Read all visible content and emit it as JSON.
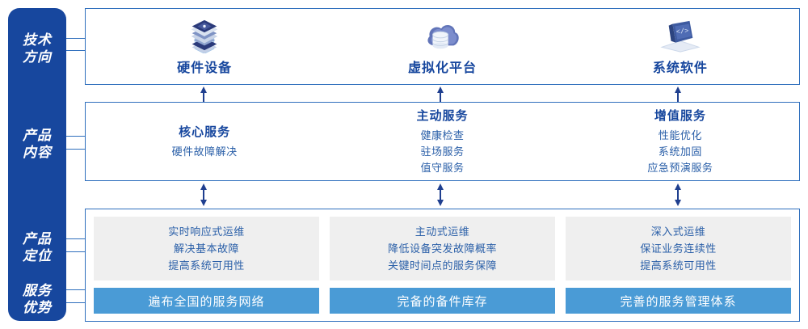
{
  "sidebar": {
    "color": "#17479E",
    "labels": [
      {
        "name": "tech-direction",
        "text": "技术\n方向"
      },
      {
        "name": "product-content",
        "text": "产品\n内容"
      },
      {
        "name": "product-position",
        "text": "产品\n定位"
      },
      {
        "name": "service-edge",
        "text": "服务\n优势"
      }
    ]
  },
  "tech_section": {
    "items": [
      {
        "icon": "server-stack-icon",
        "title": "硬件设备"
      },
      {
        "icon": "cloud-database-icon",
        "title": "虚拟化平台"
      },
      {
        "icon": "laptop-code-icon",
        "title": "系统软件"
      }
    ]
  },
  "content_section": {
    "columns": [
      {
        "title": "核心服务",
        "lines": [
          "硬件故障解决"
        ]
      },
      {
        "title": "主动服务",
        "lines": [
          "健康检查",
          "驻场服务",
          "值守服务"
        ]
      },
      {
        "title": "增值服务",
        "lines": [
          "性能优化",
          "系统加固",
          "应急预演服务"
        ]
      }
    ]
  },
  "bottom_section": {
    "columns": [
      {
        "lines": [
          "实时响应式运维",
          "解决基本故障",
          "提高系统可用性"
        ],
        "advantage": "遍布全国的服务网络"
      },
      {
        "lines": [
          "主动式运维",
          "降低设备突发故障概率",
          "关键时间点的服务保障"
        ],
        "advantage": "完备的备件库存"
      },
      {
        "lines": [
          "深入式运维",
          "保证业务连续性",
          "提高系统可用性"
        ],
        "advantage": "完善的服务管理体系"
      }
    ]
  },
  "arrows": {
    "up_arrow": "up-arrow-icon",
    "double_arrow": "double-arrow-icon",
    "down_arrow": "down-arrow-icon"
  },
  "colors": {
    "brand_blue": "#17479E",
    "border_blue": "#2f6fbd",
    "bar_blue": "#4A9BD6",
    "card_grey": "#EFEFEF",
    "text_blue": "#2a5fa8"
  }
}
